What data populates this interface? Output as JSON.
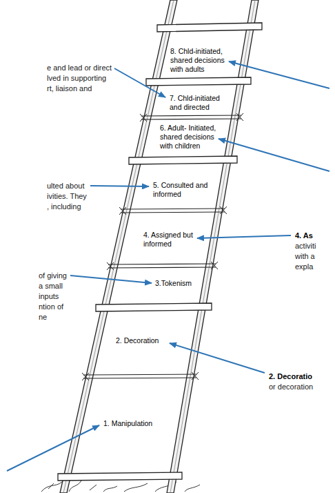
{
  "diagram": {
    "labels": [
      "8. Chld-initiated, shared decisions with adults",
      "e and lead or direct lved in supporting rt, liaison and",
      "7. Chld-initiated and directed",
      "6. Adult- Initiated, shared decisions with children",
      "ulted about ivities. They , including",
      "5. Consulted and informed",
      "4. As",
      "activiti with a expla",
      "4. Assigned but informed",
      "of giving a small inputs ntion of ne",
      "3.Tokenism",
      "2. Decoration",
      "2. Decoratio",
      "or decoration",
      "1. Manipulation"
    ]
  }
}
